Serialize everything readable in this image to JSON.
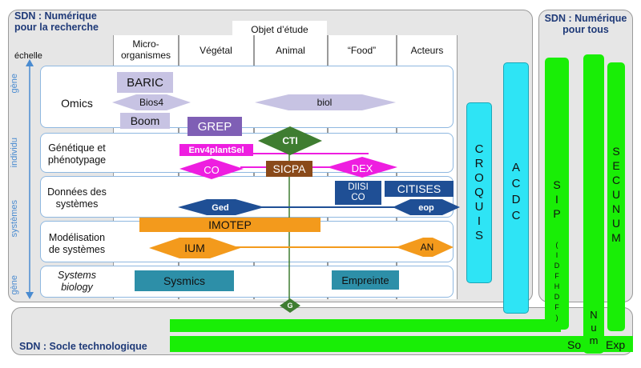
{
  "panels": {
    "research_title": "SDN : Numérique\npour la recherche",
    "all_title": "SDN : Numérique\npour tous",
    "socle_title": "SDN : Socle technologique"
  },
  "object_study": "Objet d’étude",
  "scale_label": "échelle",
  "columns": [
    "Micro-\norganismes",
    "Végétal",
    "Animal",
    "“Food”",
    "Acteurs"
  ],
  "scale_axis": [
    "gène",
    "individu",
    "systèmes",
    "gène"
  ],
  "rows": [
    "Omics",
    "Génétique et\nphénotypage",
    "Données des\nsystèmes",
    "Modélisation\nde systèmes",
    "Systems\nbiology"
  ],
  "items": {
    "baric": "BARIC",
    "bios4": "Bios4",
    "boom": "Boom",
    "biol": "biol",
    "grep": "GREP",
    "cti": "CTI",
    "env4plantsel": "Env4plantSel",
    "co": "CO",
    "sicpa": "SICPA",
    "dex": "DEX",
    "ged": "Ged",
    "diisico": "DIISI\nCO",
    "citises": "CITISES",
    "eop": "eop",
    "imotep": "IMOTEP",
    "ium": "IUM",
    "an": "AN",
    "sysmics": "Sysmics",
    "empreinte": "Empreinte",
    "g": "G"
  },
  "verticals": {
    "croquis": [
      "C",
      "R",
      "O",
      "Q",
      "U",
      "I",
      "S"
    ],
    "acdc": [
      "A",
      "C",
      "D",
      "C"
    ],
    "sip": [
      "S",
      "I",
      "P"
    ],
    "sip_sub": [
      "(",
      "I",
      "D",
      "F",
      "H",
      "D",
      "F",
      ")"
    ],
    "secunum": [
      "S",
      "E",
      "C",
      "U",
      "N",
      "U",
      "M"
    ],
    "num": [
      "N",
      "u",
      "m"
    ]
  },
  "bottom": {
    "so": "So",
    "exp": "Exp"
  },
  "colors": {
    "lavender": "#c7c3e3",
    "purple": "#7f5fb5",
    "magenta": "#ee1ee0",
    "green_dark": "#3f7d31",
    "navy": "#1f4f95",
    "orange": "#f39a1c",
    "teal": "#2d8fa8",
    "brown": "#8a4a1a",
    "cyan": "#2ee4f5",
    "lime": "#19ee06"
  }
}
